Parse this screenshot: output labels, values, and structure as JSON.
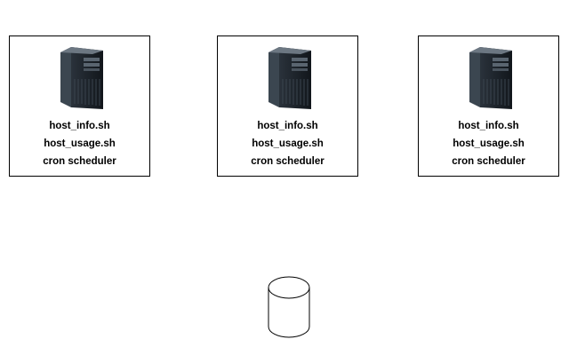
{
  "nodes": [
    {
      "lines": [
        "host_info.sh",
        "host_usage.sh",
        "cron scheduler"
      ],
      "icon": "server-tower-icon"
    },
    {
      "lines": [
        "host_info.sh",
        "host_usage.sh",
        "cron scheduler"
      ],
      "icon": "server-tower-icon"
    },
    {
      "lines": [
        "host_info.sh",
        "host_usage.sh",
        "cron scheduler"
      ],
      "icon": "server-tower-icon"
    }
  ],
  "database": {
    "icon": "database-cylinder-icon"
  },
  "colors": {
    "stroke": "#000000",
    "server_body": "#1b2128",
    "server_highlight": "#5a6570"
  }
}
